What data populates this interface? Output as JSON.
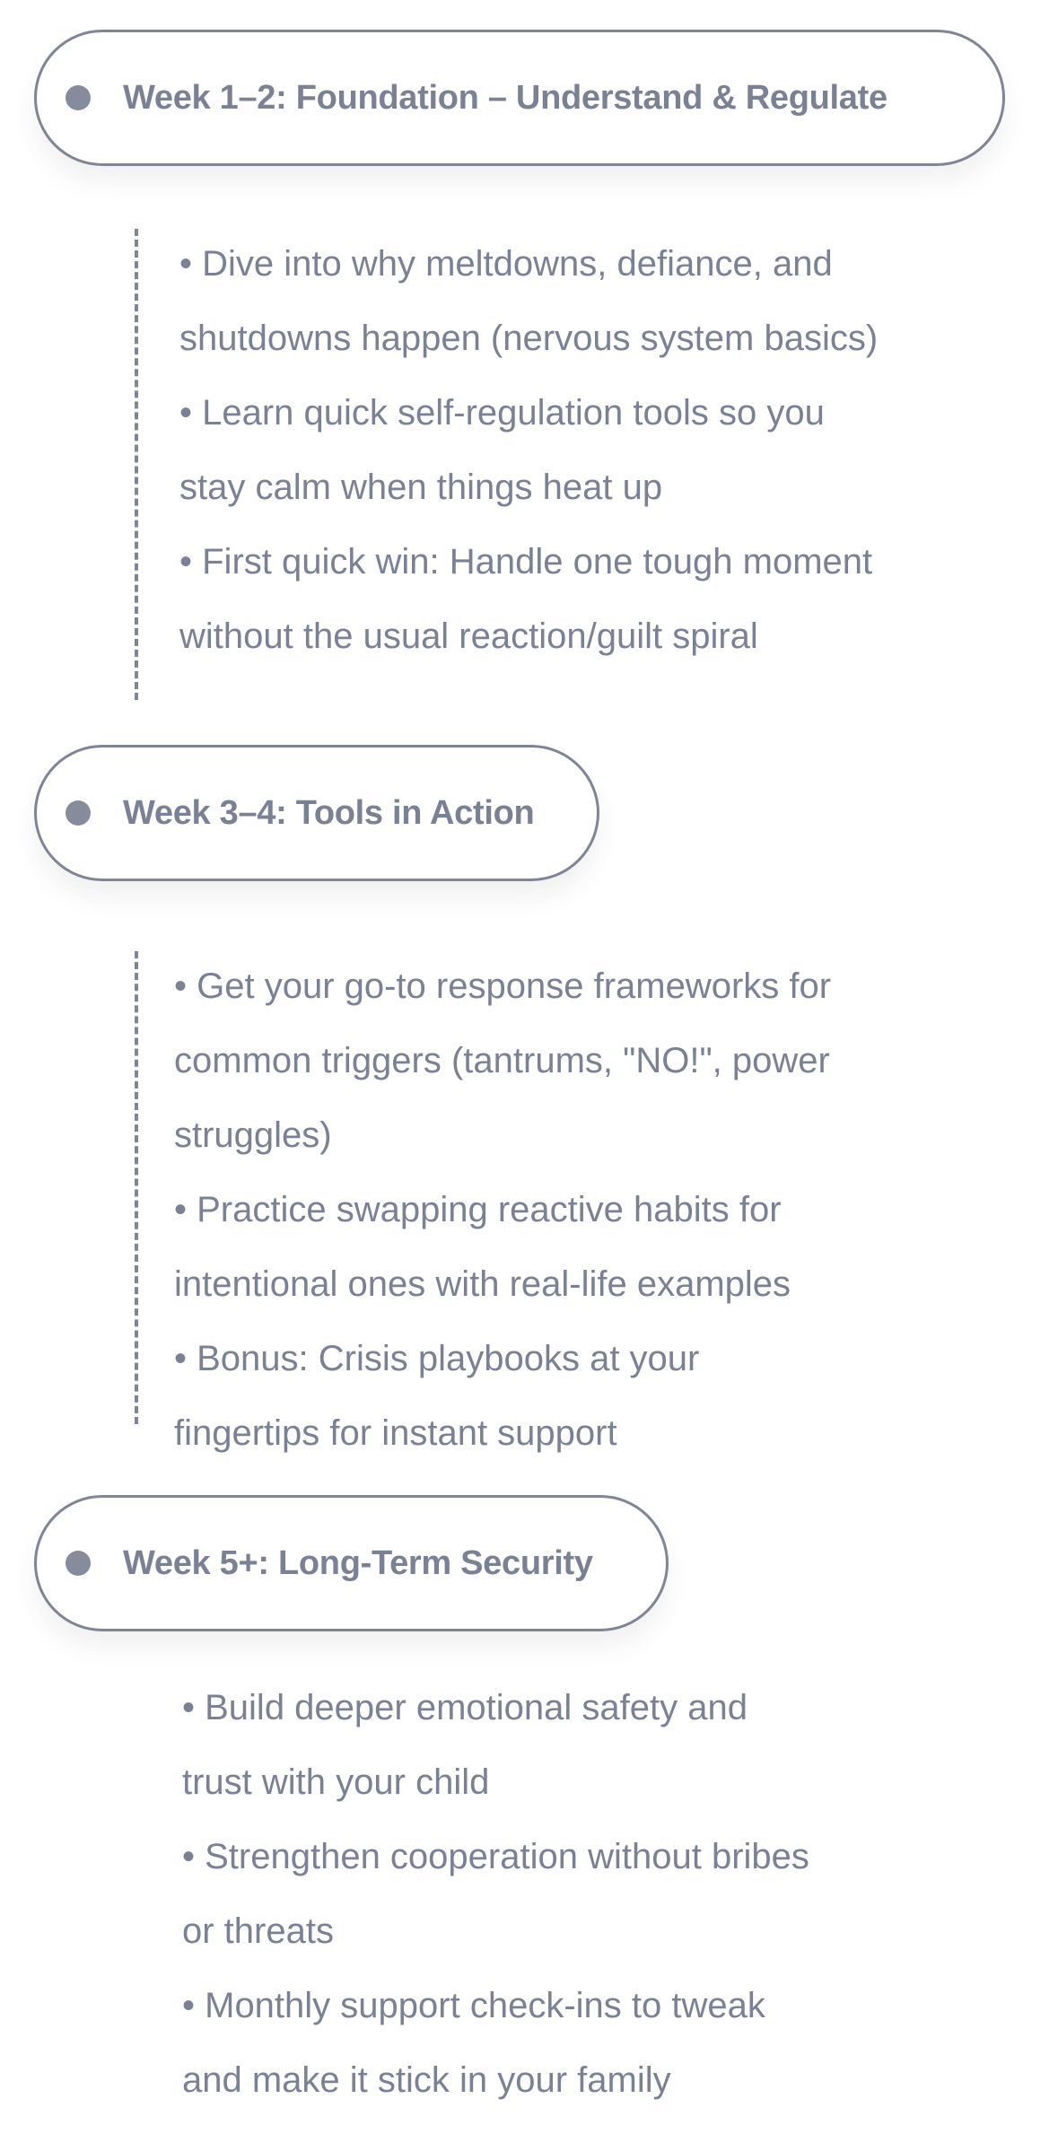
{
  "sections": [
    {
      "title": "Week 1–2: Foundation – Understand & Regulate",
      "lines": [
        "•  Dive into why meltdowns, defiance, and",
        "shutdowns happen (nervous system basics)",
        "•  Learn quick self-regulation tools so you",
        "stay calm when things heat up",
        "•  First quick win: Handle one tough moment",
        "without the usual reaction/guilt spiral"
      ]
    },
    {
      "title": "Week 3–4: Tools in Action",
      "lines": [
        "•  Get your go-to response frameworks for",
        "common triggers (tantrums, \"NO!\", power",
        "struggles)",
        "•  Practice swapping reactive habits for",
        "intentional ones with real-life examples",
        "•  Bonus: Crisis playbooks at your",
        "fingertips for instant support"
      ]
    },
    {
      "title": "Week 5+: Long-Term Security",
      "lines": [
        "•  Build deeper emotional safety and",
        "trust with your child",
        "•  Strengthen cooperation without bribes",
        "or threats",
        "•  Monthly support check-ins to tweak",
        "and make it stick in your family"
      ]
    }
  ]
}
